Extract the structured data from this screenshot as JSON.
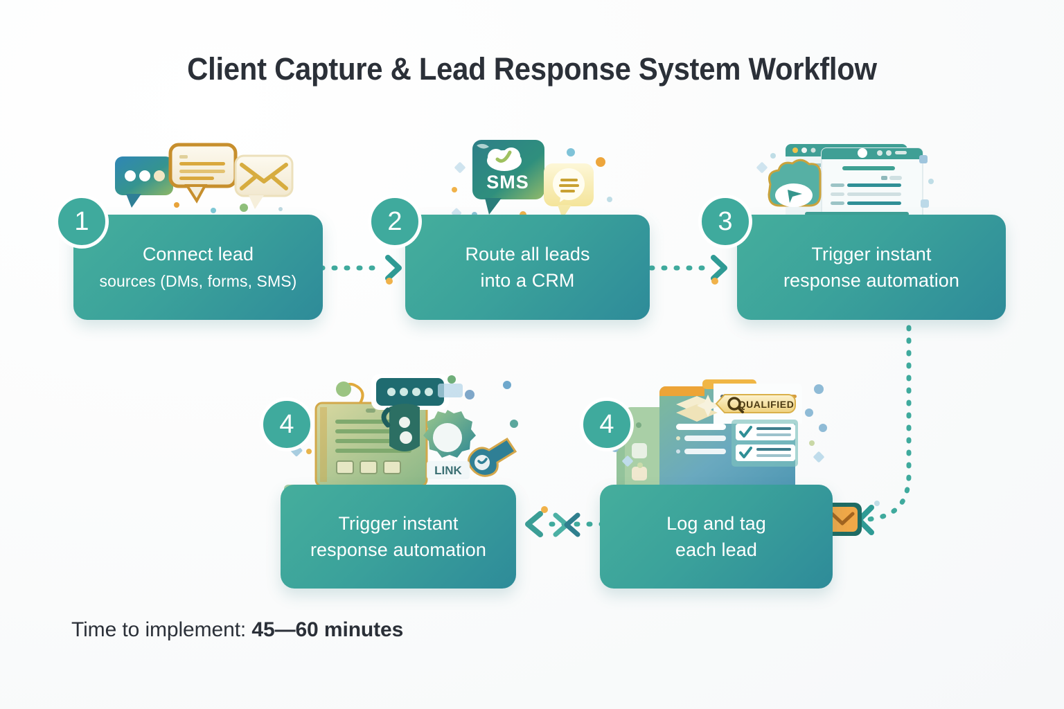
{
  "page": {
    "title": "Client Capture & Lead Response System Workflow",
    "background_color": "#fafbfc",
    "accent_color": "#3faa9d",
    "accent_dark_color": "#2e8b99",
    "text_color": "#2b3038"
  },
  "steps": [
    {
      "number": "1",
      "line1": "Connect lead",
      "line2": "sources (DMs, forms, SMS)",
      "illustration": "chat-bubbles-email-icon"
    },
    {
      "number": "2",
      "line1": "Route all leads",
      "line2": "into a CRM",
      "illustration": "sms-cloud-bubble-icon",
      "illustration_label": "SMS"
    },
    {
      "number": "3",
      "line1": "Trigger instant",
      "line2": "response automation",
      "illustration": "browser-window-cloud-icon"
    },
    {
      "number": "4",
      "line1": "Trigger instant",
      "line2": "response automation",
      "illustration": "form-gear-wrench-icon"
    },
    {
      "number": "4",
      "line1": "Log and tag",
      "line2": "each lead",
      "illustration": "crm-record-qualified-icon",
      "illustration_label": "QUALIFIED"
    }
  ],
  "connectors": [
    {
      "name": "step1-to-step2",
      "direction": "right"
    },
    {
      "name": "step2-to-step3",
      "direction": "right"
    },
    {
      "name": "step3-to-step5",
      "direction": "down-left"
    },
    {
      "name": "step5-to-step4",
      "direction": "left"
    }
  ],
  "footer": {
    "label": "Time to implement: ",
    "value": "45—60 minutes"
  }
}
